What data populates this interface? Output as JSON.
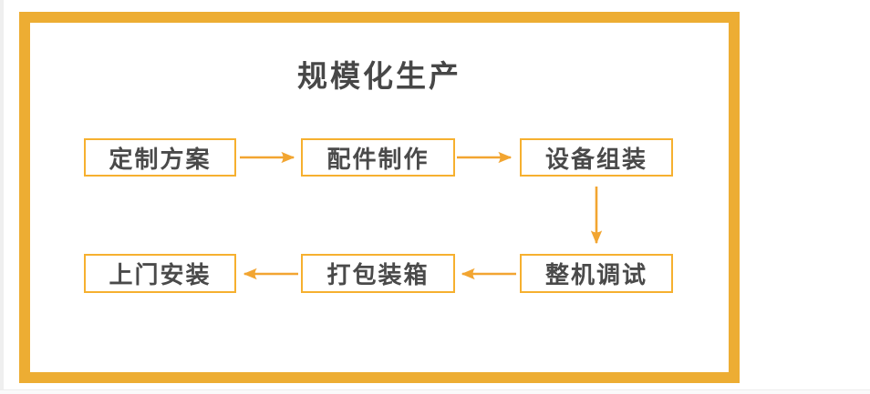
{
  "title": "规模化生产",
  "flow": {
    "row1": [
      {
        "label": "定制方案"
      },
      {
        "label": "配件制作"
      },
      {
        "label": "设备组装"
      }
    ],
    "row2": [
      {
        "label": "上门安装"
      },
      {
        "label": "打包装箱"
      },
      {
        "label": "整机调试"
      }
    ],
    "connections": [
      {
        "from": "定制方案",
        "to": "配件制作",
        "direction": "right"
      },
      {
        "from": "配件制作",
        "to": "设备组装",
        "direction": "right"
      },
      {
        "from": "设备组装",
        "to": "整机调试",
        "direction": "down"
      },
      {
        "from": "整机调试",
        "to": "打包装箱",
        "direction": "left"
      },
      {
        "from": "打包装箱",
        "to": "上门安装",
        "direction": "left"
      }
    ]
  },
  "colors": {
    "frame": "#EDAD33",
    "box_border": "#F6B02F",
    "arrow": "#F2A531",
    "title_text": "#474747",
    "node_text": "#4A4A4A"
  }
}
